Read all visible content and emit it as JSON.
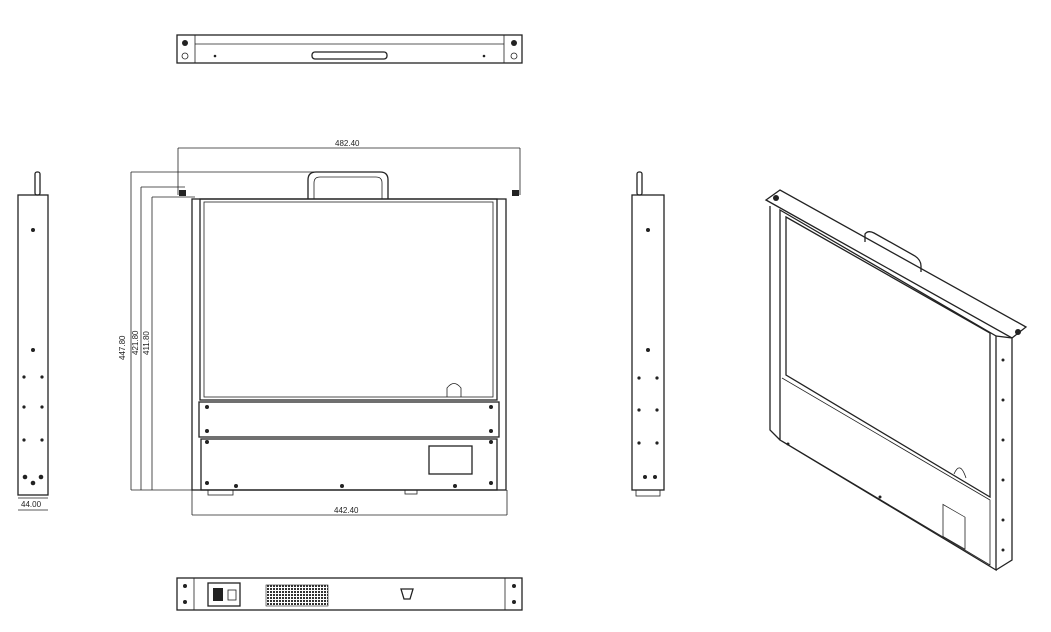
{
  "dimensions": {
    "overall_width": "482.40",
    "body_width": "442.40",
    "depth_total": "447.80",
    "depth_mid": "421.80",
    "depth_inner": "411.80",
    "height": "44.00"
  }
}
